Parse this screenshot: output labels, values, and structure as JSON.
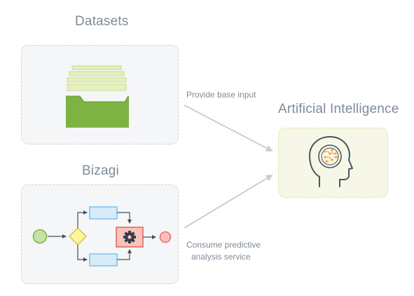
{
  "titles": {
    "datasets": "Datasets",
    "bizagi": "Bizagi",
    "ai": "Artificial Intelligence"
  },
  "annotations": {
    "provide": "Provide base input",
    "consume_line1": "Consume predictive",
    "consume_line2": "analysis service"
  },
  "colors": {
    "datasets_panel_bg": "#f5f6f7",
    "ai_panel_bg": "#f6f7e6",
    "ai_panel_border": "#e3e3a3",
    "folder_green": "#7cb342",
    "sheet_light_green": "#e6f0c0",
    "start_event": "#c5e1a5",
    "gateway": "#fff59d",
    "task": "#d7ecf8",
    "gear_task": "#f7c3bd",
    "end_event": "#f8c0b7",
    "arrow": "#c6d0d6",
    "brain_circuit": "#f4a340"
  },
  "icons": [
    "folder-icon",
    "bpmn-process-icon",
    "gear-icon",
    "head-brain-icon"
  ]
}
